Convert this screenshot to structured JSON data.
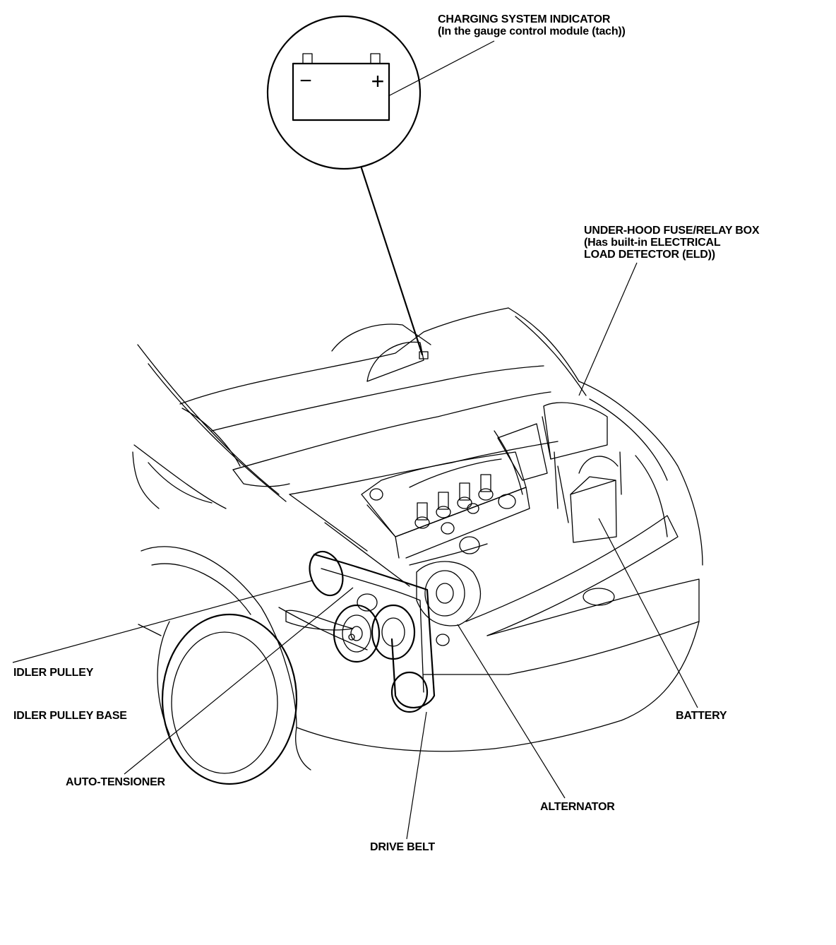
{
  "labels": {
    "charging_indicator": {
      "line1": "CHARGING SYSTEM INDICATOR",
      "line2": "(In the gauge control module (tach))"
    },
    "fuse_box": {
      "line1": "UNDER-HOOD FUSE/RELAY BOX",
      "line2": "(Has built-in ELECTRICAL",
      "line3": "LOAD DETECTOR (ELD))"
    },
    "idler_pulley": "IDLER PULLEY",
    "idler_pulley_base": "IDLER PULLEY BASE",
    "auto_tensioner": "AUTO-TENSIONER",
    "drive_belt": "DRIVE BELT",
    "alternator": "ALTERNATOR",
    "battery": "BATTERY"
  },
  "battery_symbol": {
    "minus": "−",
    "plus": "+"
  }
}
